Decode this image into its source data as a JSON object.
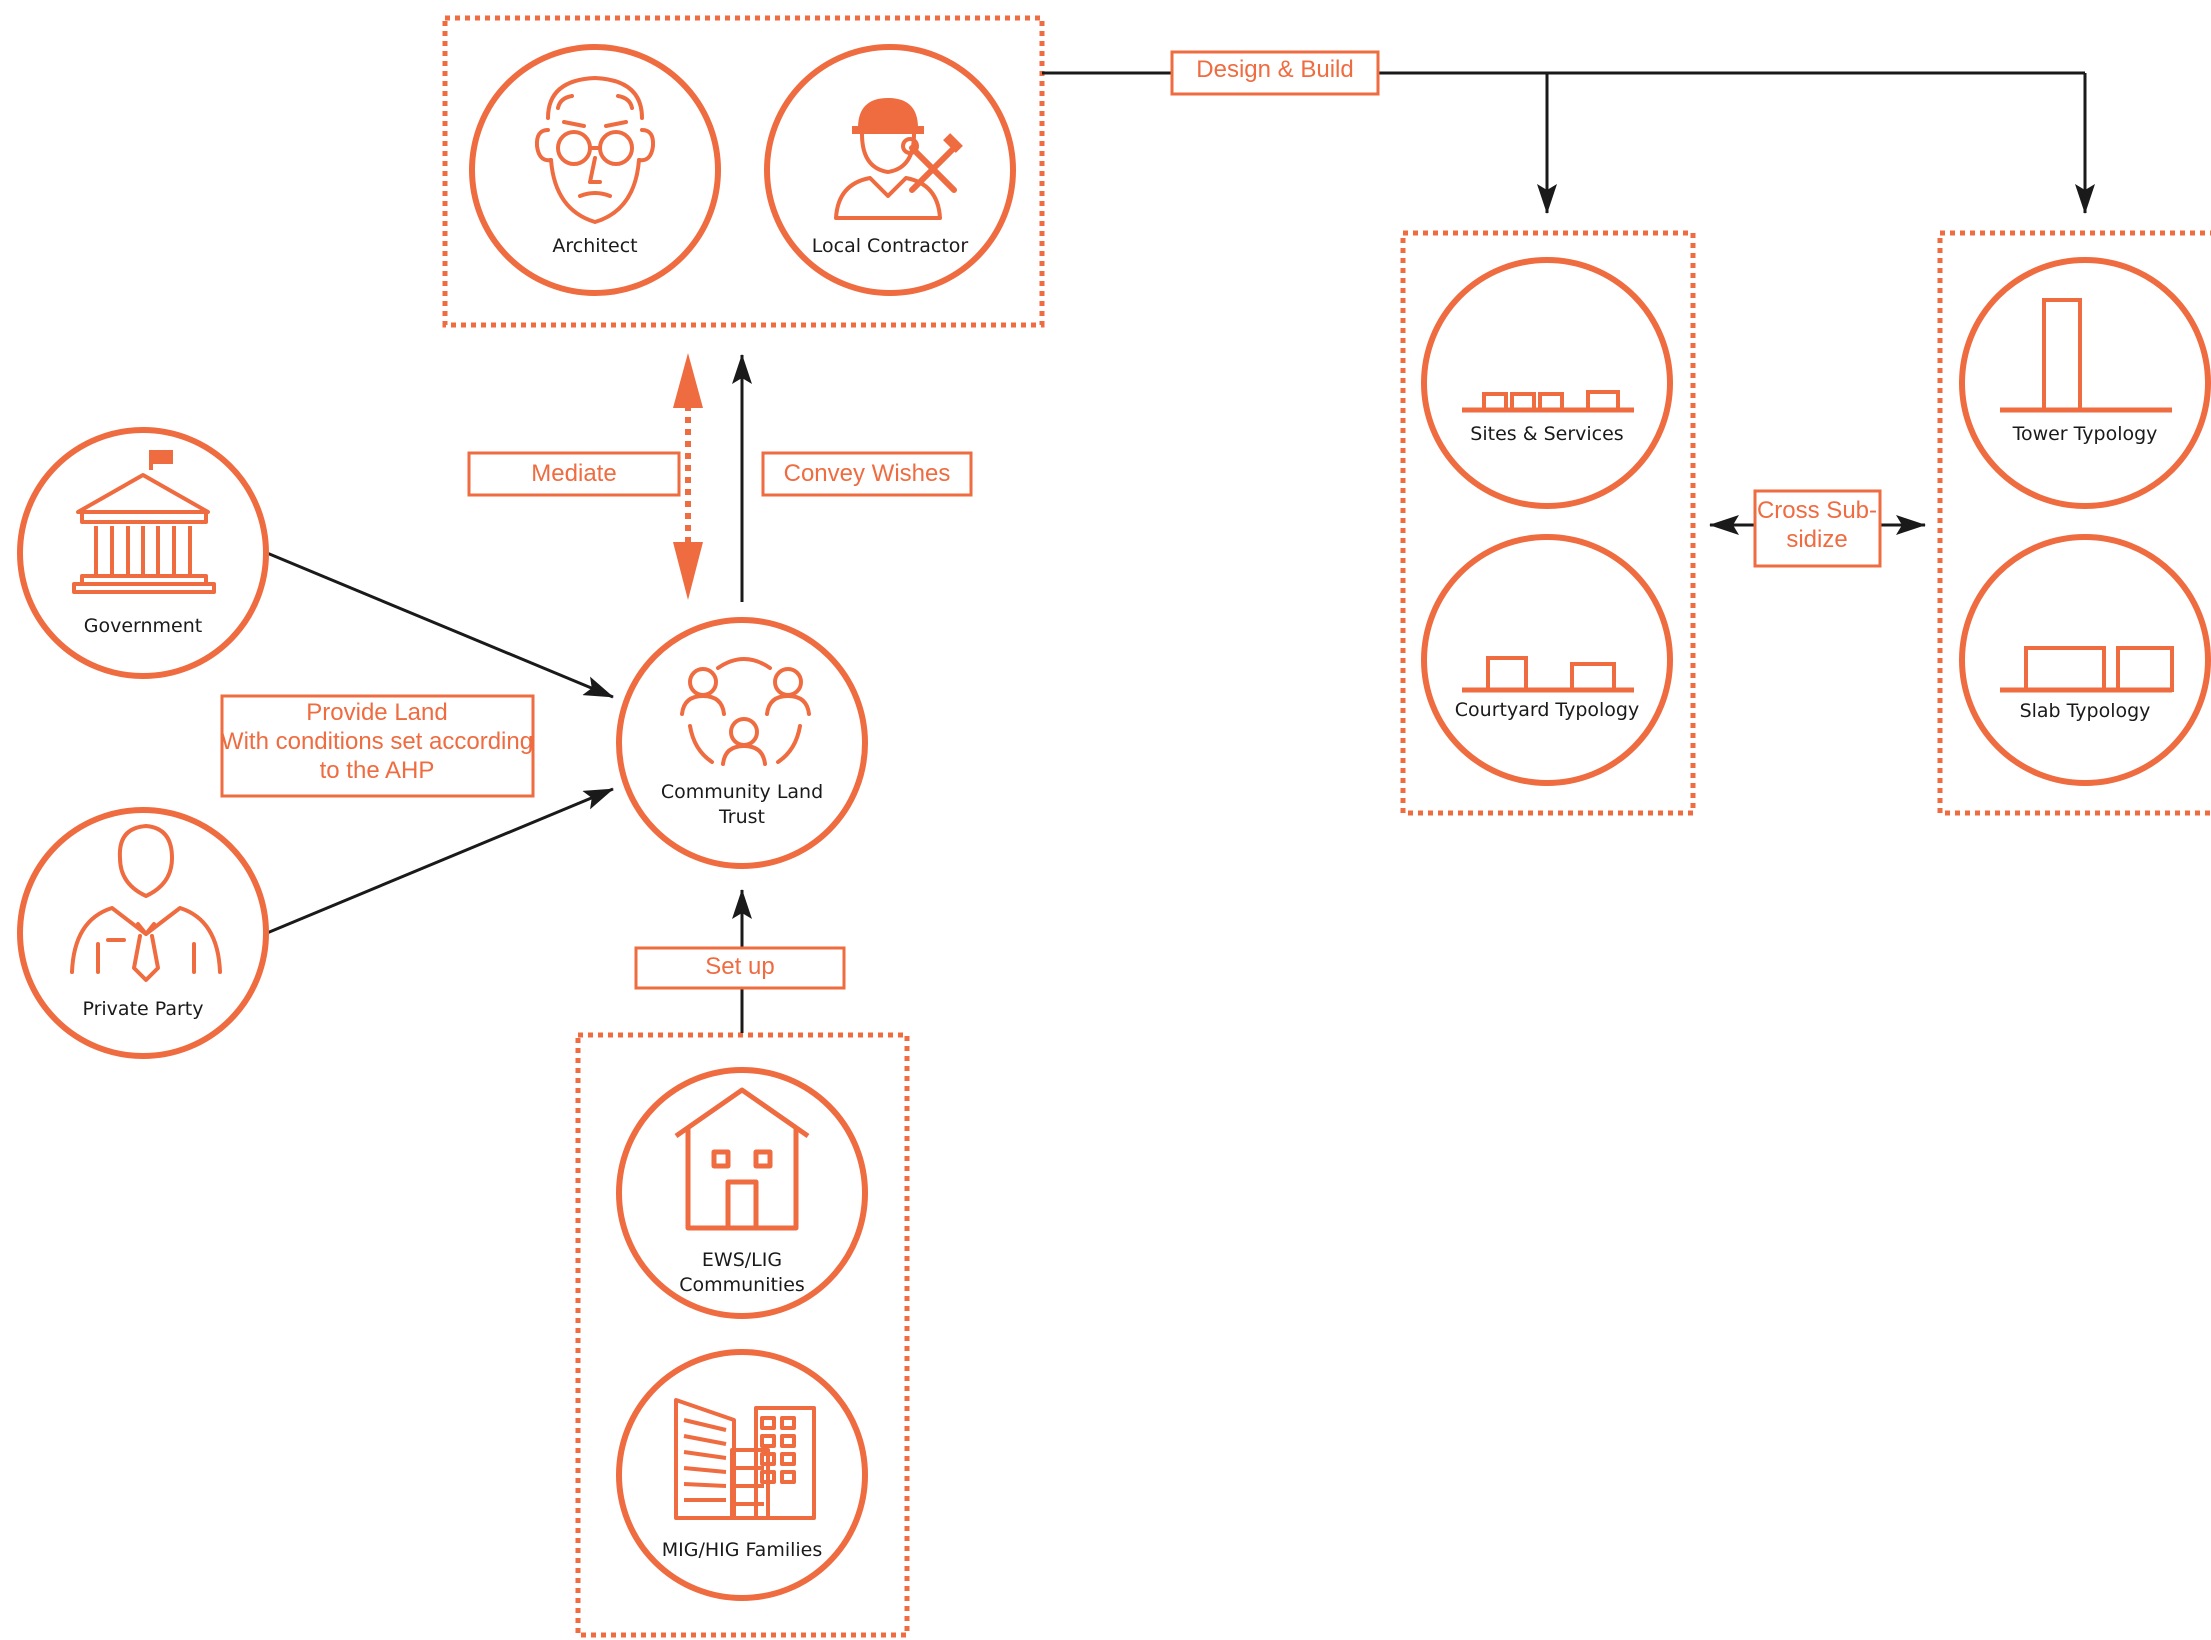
{
  "colors": {
    "accent": "#ef6b40",
    "arrow": "#1a1a1a",
    "label_text": "#1a1a1a"
  },
  "groups": {
    "design": {
      "architect": "Architect",
      "contractor": "Local Contractor"
    },
    "stakeholders": {
      "government": "Government",
      "private": "Private Party"
    },
    "center": {
      "clt_line1": "Community Land",
      "clt_line2": "Trust"
    },
    "communities": {
      "ews_line1": "EWS/LIG",
      "ews_line2": "Communities",
      "mig": "MIG/HIG Families"
    },
    "typology_low": {
      "sites": "Sites & Services",
      "courtyard": "Courtyard Typology"
    },
    "typology_high": {
      "tower": "Tower Typology",
      "slab": "Slab Typology"
    }
  },
  "edge_labels": {
    "design_build": "Design & Build",
    "mediate": "Mediate",
    "convey": "Convey Wishes",
    "provide_line1": "Provide Land",
    "provide_line2": "With conditions set according",
    "provide_line3": "to the AHP",
    "setup": "Set up",
    "cross_line1": "Cross Sub-",
    "cross_line2": "sidize"
  },
  "icons": {
    "architect": "architect-face-icon",
    "contractor": "contractor-tools-icon",
    "government": "government-building-icon",
    "private": "businessman-icon",
    "clt": "community-people-icon",
    "ews": "house-icon",
    "mig": "apartment-buildings-icon",
    "sites": "row-plots-icon",
    "courtyard": "courtyard-blocks-icon",
    "tower": "tower-block-icon",
    "slab": "slab-blocks-icon"
  }
}
